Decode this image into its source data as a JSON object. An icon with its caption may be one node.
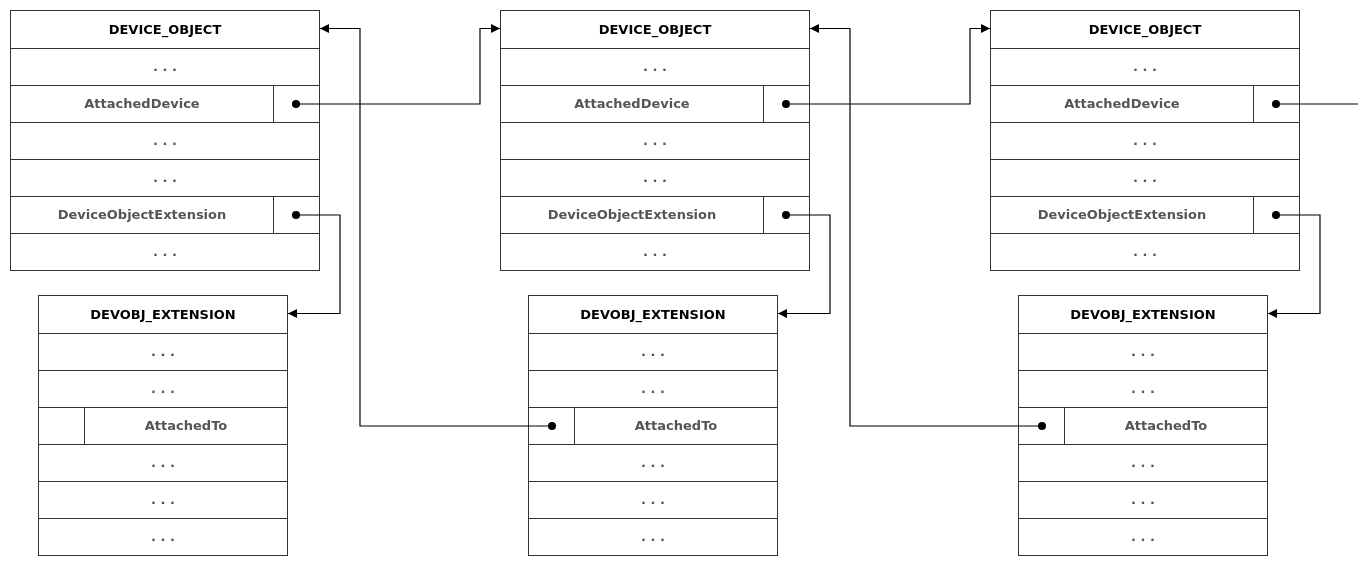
{
  "diagram": {
    "nodes": [
      {
        "text": [
          "DEVICE_OBJECT"
        ]
      },
      {
        "text": [
          ". . ."
        ],
        "in": 0
      },
      {
        "text": [
          "AttachedDevice"
        ],
        "in": 0
      },
      {
        "text": [
          ". . ."
        ],
        "in": 0
      },
      {
        "text": [
          ". . ."
        ],
        "in": 0
      },
      {
        "text": [
          "DeviceObjectExtension"
        ],
        "in": 0
      },
      {
        "text": [
          ". . ."
        ],
        "in": 0
      },
      {
        "text": [
          "DEVICE_OBJECT"
        ]
      },
      {
        "text": [
          ". . ."
        ],
        "in": 7
      },
      {
        "text": [
          "AttachedDevice"
        ],
        "in": 7
      },
      {
        "text": [
          ". . ."
        ],
        "in": 7
      },
      {
        "text": [
          ". . ."
        ],
        "in": 7
      },
      {
        "text": [
          "DeviceObjectExtension"
        ],
        "in": 7
      },
      {
        "text": [
          ". . ."
        ],
        "in": 7
      },
      {
        "text": [
          "DEVICE_OBJECT"
        ]
      },
      {
        "text": [
          ". . ."
        ],
        "in": 14
      },
      {
        "text": [
          "AttachedDevice"
        ],
        "in": 14
      },
      {
        "text": [
          ". . ."
        ],
        "in": 14
      },
      {
        "text": [
          ". . ."
        ],
        "in": 14
      },
      {
        "text": [
          "DeviceObjectExtension"
        ],
        "in": 14
      },
      {
        "text": [
          ". . ."
        ],
        "in": 14
      },
      {
        "text": [
          "DEVOBJ_EXTENSION"
        ]
      },
      {
        "text": [
          ". . ."
        ],
        "in": 21
      },
      {
        "text": [
          ". . ."
        ],
        "in": 21
      },
      {
        "text": [
          "AttachedTo"
        ],
        "in": 21
      },
      {
        "text": [
          ". . ."
        ],
        "in": 21
      },
      {
        "text": [
          ". . ."
        ],
        "in": 21
      },
      {
        "text": [
          ". . ."
        ],
        "in": 21
      },
      {
        "text": [
          "DEVOBJ_EXTENSION"
        ]
      },
      {
        "text": [
          ". . ."
        ],
        "in": 28
      },
      {
        "text": [
          ". . ."
        ],
        "in": 28
      },
      {
        "text": [
          "AttachedTo"
        ],
        "in": 28
      },
      {
        "text": [
          ". . ."
        ],
        "in": 28
      },
      {
        "text": [
          ". . ."
        ],
        "in": 28
      },
      {
        "text": [
          ". . ."
        ],
        "in": 28
      },
      {
        "text": [
          "DEVOBJ_EXTENSION"
        ]
      },
      {
        "text": [
          ". . ."
        ],
        "in": 35
      },
      {
        "text": [
          ". . ."
        ],
        "in": 35
      },
      {
        "text": [
          "AttachedTo"
        ],
        "in": 35
      },
      {
        "text": [
          ". . ."
        ],
        "in": 35
      },
      {
        "text": [
          ". . ."
        ],
        "in": 35
      },
      {
        "text": [
          ". . ."
        ],
        "in": 35
      }
    ],
    "edges": [
      {
        "from": 2,
        "to": 7,
        "arrow": "to"
      },
      {
        "from": 9,
        "to": 14,
        "arrow": "to"
      },
      {
        "from": 16,
        "to": null,
        "arrow": "other"
      },
      {
        "from": 5,
        "to": 21,
        "arrow": "to"
      },
      {
        "from": 12,
        "to": 28,
        "arrow": "to"
      },
      {
        "from": 19,
        "to": 35,
        "arrow": "to"
      },
      {
        "from": 31,
        "to": 0,
        "arrow": "to"
      },
      {
        "from": 38,
        "to": 7,
        "arrow": "to"
      }
    ]
  }
}
